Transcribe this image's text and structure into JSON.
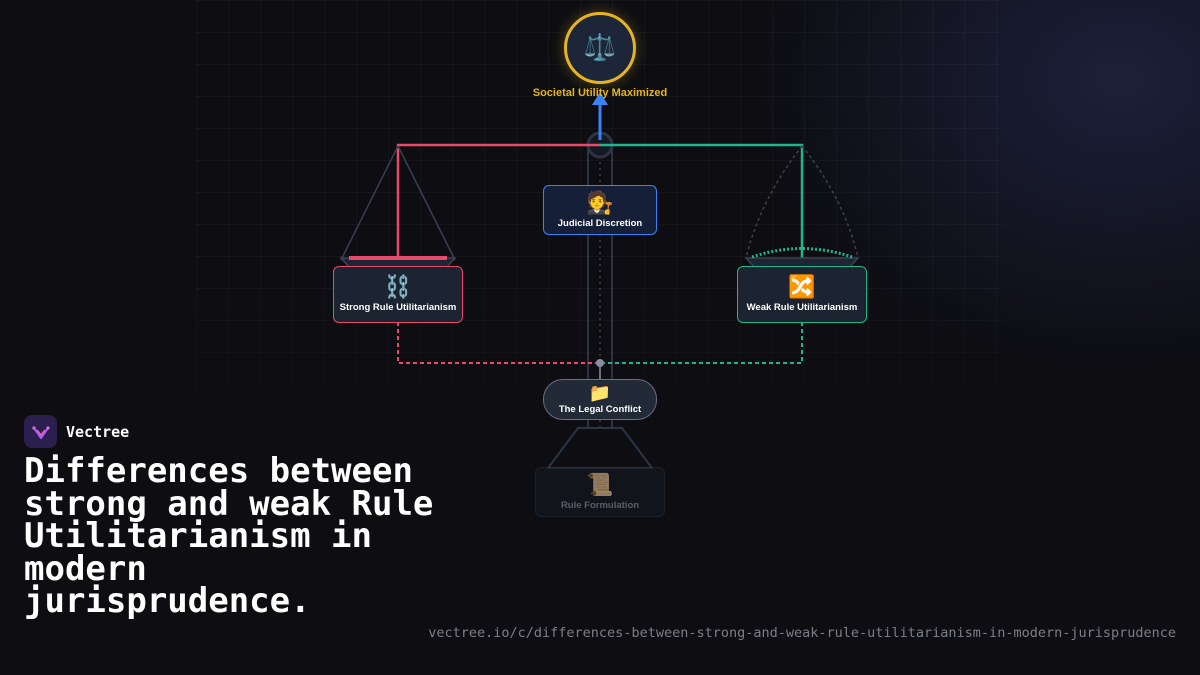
{
  "diagram": {
    "top": {
      "icon": "⚖️",
      "icon_name": "balance-scale-icon",
      "label": "Societal Utility Maximized",
      "color": "#e6b420"
    },
    "nodes": {
      "center": {
        "icon": "🧑‍⚖️",
        "icon_name": "judge-icon",
        "label": "Judicial Discretion",
        "border": "#3b82f6"
      },
      "left": {
        "icon": "⛓️",
        "icon_name": "chains-icon",
        "label": "Strong Rule Utilitarianism",
        "border": "#e84a6a"
      },
      "right": {
        "icon": "🔀",
        "icon_name": "shuffle-icon",
        "label": "Weak Rule Utilitarianism",
        "border": "#22b58a"
      },
      "conflict": {
        "icon": "📁",
        "icon_name": "folder-icon",
        "label": "The Legal Conflict"
      },
      "base": {
        "icon": "📜",
        "icon_name": "scroll-icon",
        "label": "Rule Formulation"
      }
    },
    "colors": {
      "strong": "#e84a6a",
      "weak": "#22b58a",
      "center": "#3b82f6",
      "accent": "#e6b420"
    }
  },
  "brand": {
    "name": "Vectree",
    "logo_icon": "vectree-logo-icon"
  },
  "headline": "Differences between strong and weak Rule Utilitarianism in modern jurisprudence.",
  "url": "vectree.io/c/differences-between-strong-and-weak-rule-utilitarianism-in-modern-jurisprudence"
}
